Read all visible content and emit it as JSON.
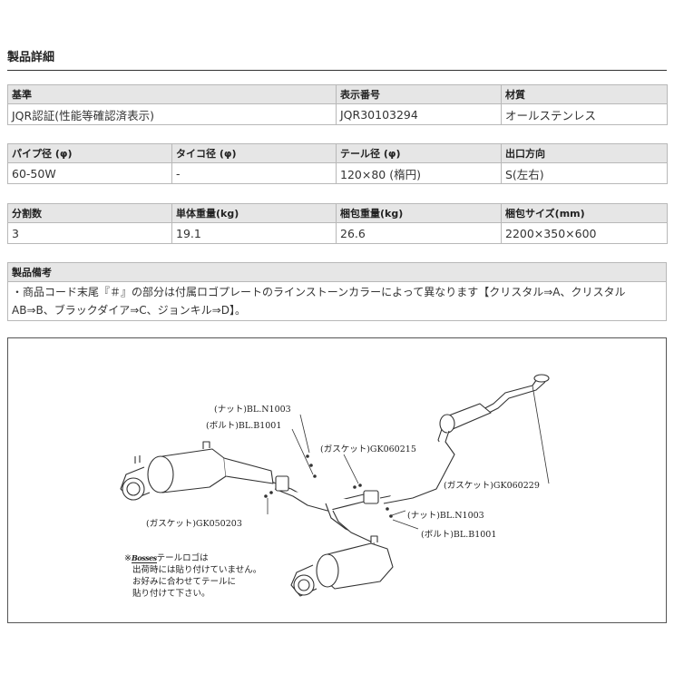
{
  "page": {
    "title": "製品詳細"
  },
  "table1": {
    "headers": [
      "基準",
      "表示番号",
      "材質"
    ],
    "values": [
      "JQR認証(性能等確認済表示)",
      "JQR30103294",
      "オールステンレス"
    ]
  },
  "table2": {
    "headers": [
      "パイプ径 (φ)",
      "タイコ径 (φ)",
      "テール径 (φ)",
      "出口方向"
    ],
    "values": [
      "60-50W",
      "-",
      "120×80 (楕円)",
      "S(左右)"
    ]
  },
  "table3": {
    "headers": [
      "分割数",
      "単体重量(kg)",
      "梱包重量(kg)",
      "梱包サイズ(mm)"
    ],
    "values": [
      "3",
      "19.1",
      "26.6",
      "2200×350×600"
    ]
  },
  "notes": {
    "header": "製品備考",
    "body": "・商品コード末尾『＃』の部分は付属ロゴプレートのラインストーンカラーによって異なります【クリスタル⇒A、クリスタルAB⇒B、ブラックダイア⇒C、ジョンキル⇒D】。"
  },
  "diagram": {
    "labels": {
      "nut1": "(ナット)BL.N1003",
      "bolt1": "(ボルト)BL.B1001",
      "gasket1": "(ガスケット)GK060215",
      "gasket2": "(ガスケット)GK060229",
      "gasket3": "(ガスケット)GK050203",
      "nut2": "(ナット)BL.N1003",
      "bolt2": "(ボルト)BL.B1001"
    },
    "note": {
      "mark": "※",
      "logo": "Bosses",
      "line1": "テールロゴは",
      "line2": "出荷時には貼り付けていません。",
      "line3": "お好みに合わせてテールに",
      "line4": "貼り付けて下さい。"
    }
  }
}
